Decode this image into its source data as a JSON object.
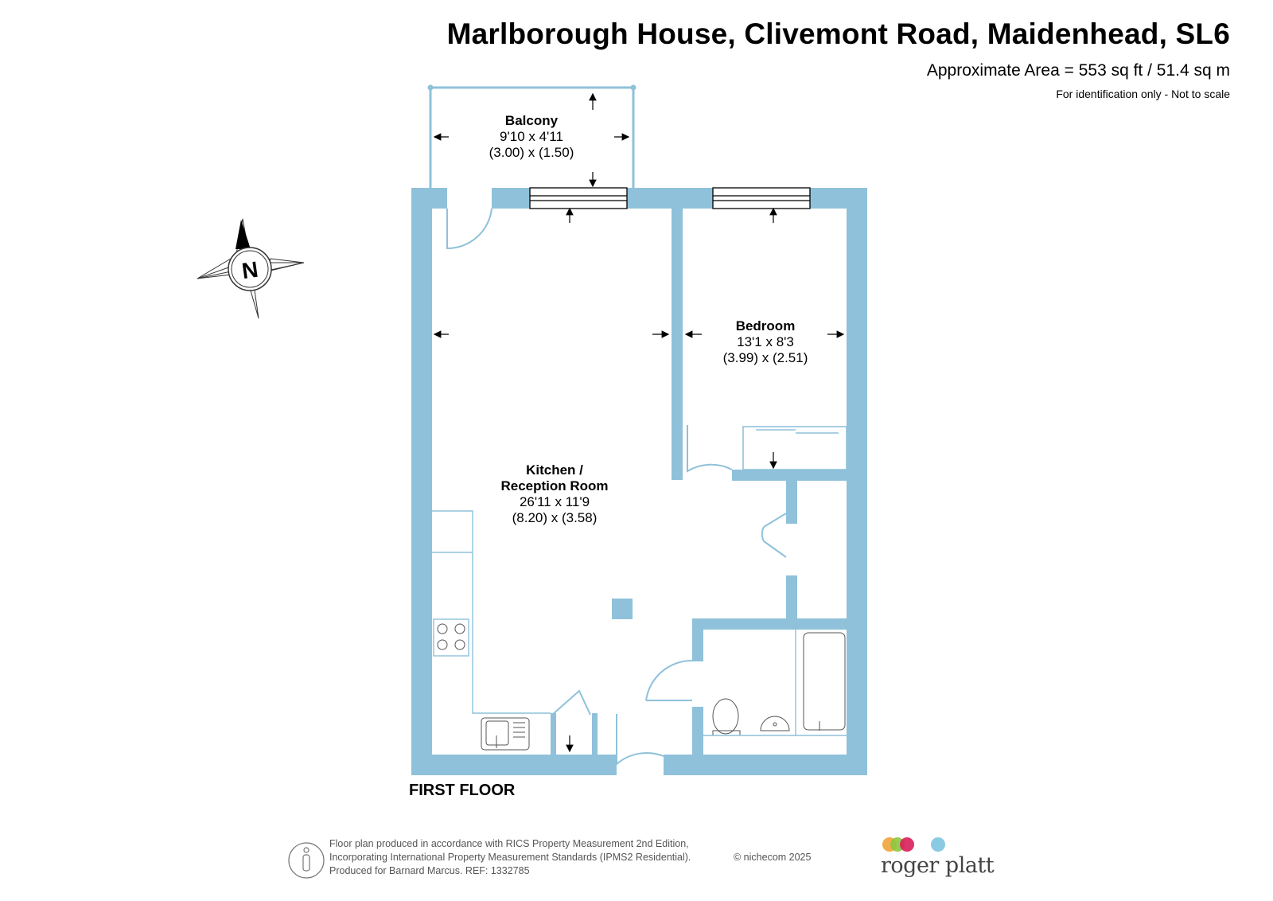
{
  "header": {
    "title": "Marlborough House, Clivemont Road, Maidenhead, SL6",
    "area": "Approximate Area = 553 sq ft / 51.4 sq m",
    "note": "For identification only - Not to scale"
  },
  "compass": {
    "letter": "N"
  },
  "rooms": {
    "balcony": {
      "name": "Balcony",
      "imperial": "9'10 x 4'11",
      "metric": "(3.00) x (1.50)"
    },
    "bedroom": {
      "name": "Bedroom",
      "imperial": "13'1 x 8'3",
      "metric": "(3.99) x (2.51)"
    },
    "kitchen": {
      "name_line1": "Kitchen /",
      "name_line2": "Reception Room",
      "imperial": "26'11 x 11'9",
      "metric": "(8.20) x (3.58)"
    }
  },
  "floor_label": "FIRST FLOOR",
  "footer": {
    "line1": "Floor plan produced in accordance with RICS Property Measurement 2nd Edition,",
    "line2": "Incorporating International Property Measurement Standards (IPMS2 Residential).",
    "line3": "Produced for Barnard Marcus.   REF:  1332785",
    "copyright": "© nichecom 2025"
  },
  "logo": {
    "text": "roger platt",
    "dot_colors": [
      "#f2a33a",
      "#8dc63f",
      "#d81e5b",
      "#7ec4e0"
    ]
  },
  "colors": {
    "wall": "#8fc1da",
    "fixture_line": "#8fc1da"
  }
}
